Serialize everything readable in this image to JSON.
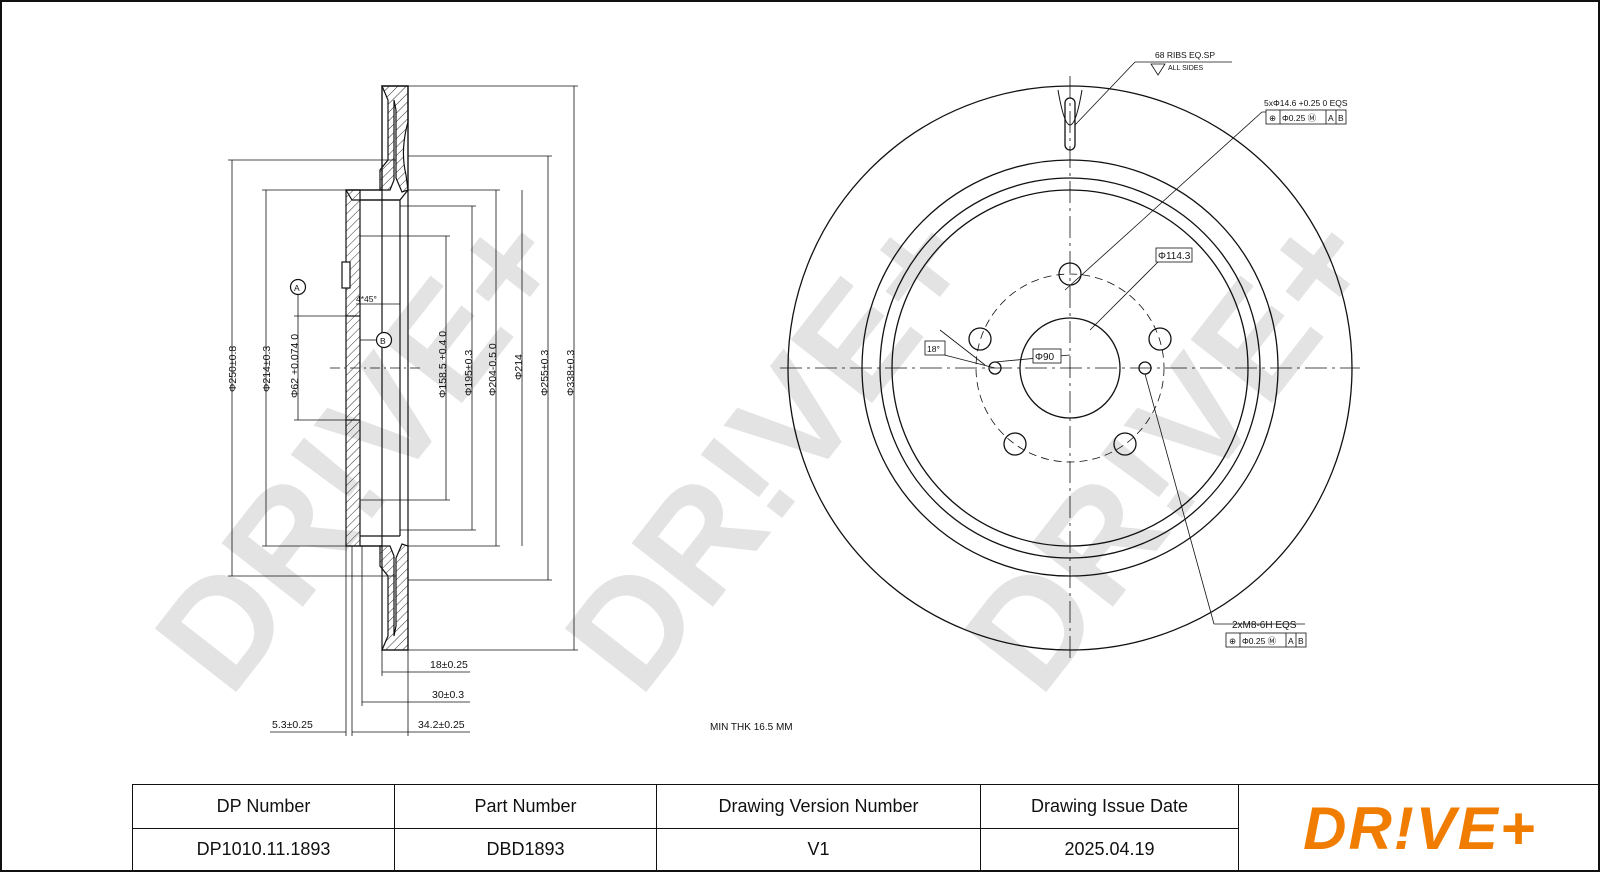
{
  "watermark": {
    "text": "DR!VE+",
    "color": "#e3e3e3"
  },
  "side_view": {
    "dimensions": {
      "d250": "Φ250±0.8",
      "d214_tol": "Φ214±0.3",
      "d62": "Φ62 +0.074 0",
      "d158": "Φ158.5 +0.4 0",
      "d195": "Φ195±0.3",
      "d204": "Φ204-0.5 0",
      "d214": "Φ214",
      "d255": "Φ255±0.3",
      "d338": "Φ338±0.3",
      "chamfer": "4*45°",
      "datum_a": "A",
      "datum_b": "B",
      "thick18": "18±0.25",
      "thick30": "30±0.3",
      "offset53": "5.3±0.25",
      "height342": "34.2±0.25"
    }
  },
  "front_view": {
    "ribs": "68 RIBS EQ.SP",
    "all_sides": "ALL SIDES",
    "holes": "5xΦ14.6 +0.25 0 EQS",
    "holes_tol": [
      "⊕",
      "Φ0.25 Ⓜ",
      "A",
      "B"
    ],
    "pcd": "Φ114.3",
    "angle": "18°",
    "center_bore": "Φ90",
    "threads": "2xM8-6H EQS",
    "threads_tol": [
      "⊕",
      "Φ0.25 Ⓜ",
      "A",
      "B"
    ]
  },
  "note": "MIN THK 16.5 MM",
  "table": {
    "headers": [
      "DP Number",
      "Part Number",
      "Drawing Version Number",
      "Drawing Issue Date"
    ],
    "values": [
      "DP1010.11.1893",
      "DBD1893",
      "V1",
      "2025.04.19"
    ]
  },
  "logo": {
    "text": "DR!VE+",
    "color": "#f07d00"
  }
}
